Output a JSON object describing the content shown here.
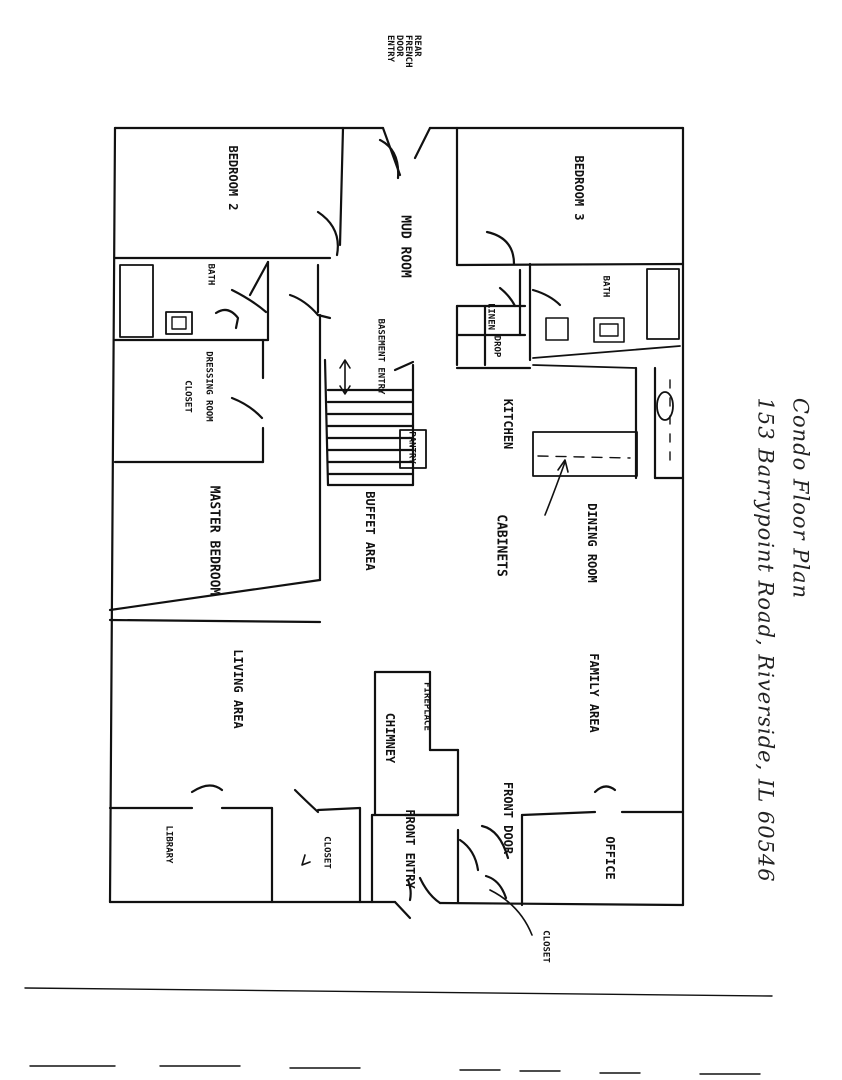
{
  "title": {
    "line1": "Condo Floor Plan",
    "line2": "153 Barrypoint Road, Riverside, IL 60546"
  },
  "rooms": {
    "bedroom2": "BEDROOM 2",
    "bedroom3": "BEDROOM 3",
    "mud_room": "MUD ROOM",
    "rear_door": [
      "REAR",
      "FRENCH",
      "DOOR",
      "ENTRY"
    ],
    "bath_left": "BATH",
    "bath_right": "BATH",
    "linen": "LINEN",
    "drop": "DROP",
    "basement_entry": "BASEMENT ENTRY",
    "dressing_room": "DRESSING ROOM",
    "closet_master": "CLOSET",
    "kitchen": "KITCHEN",
    "pantry": "PANTRY",
    "buffet_area": "BUFFET AREA",
    "cabinets": "CABINETS",
    "dining_room": "DINING ROOM",
    "master_bedroom": "MASTER BEDROOM",
    "living_area": "LIVING AREA",
    "family_area": "FAMILY AREA",
    "fireplace": "FIREPLACE",
    "chimney": "CHIMNEY",
    "front_door": "FRONT DOOR",
    "library": "LIBRARY",
    "closet_hall": "CLOSET",
    "front_entry": "FRONT ENTRY",
    "office": "OFFICE",
    "closet_front": "CLOSET"
  }
}
